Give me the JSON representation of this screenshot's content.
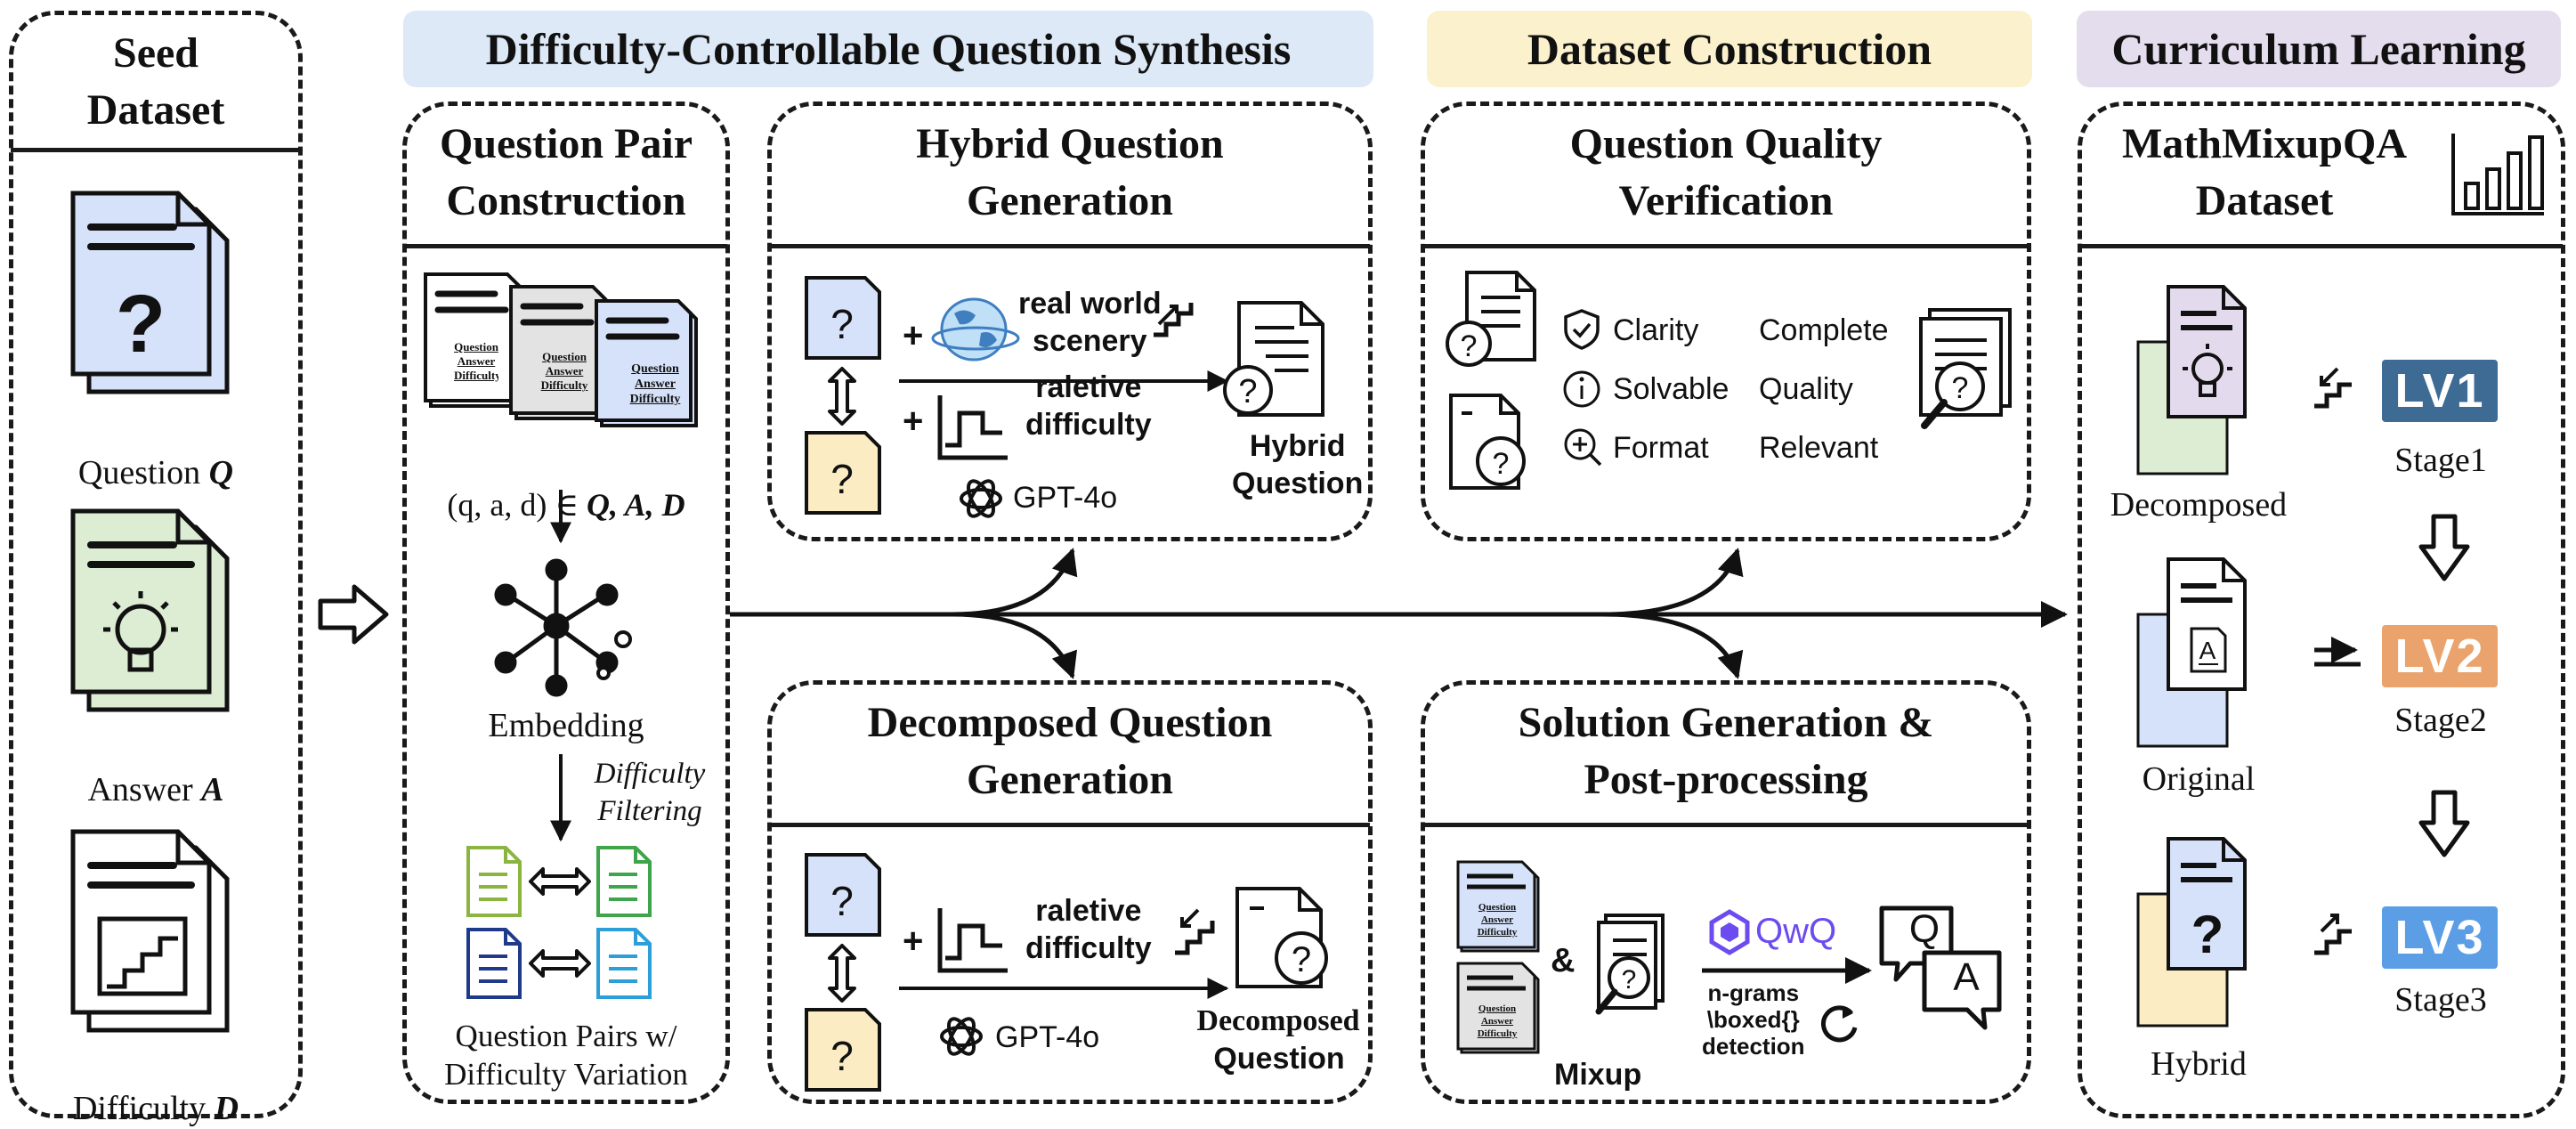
{
  "banners": {
    "synthesis": "Difficulty-Controllable Question Synthesis",
    "dataset": "Dataset Construction",
    "curriculum": "Curriculum Learning"
  },
  "seed": {
    "title": "Seed\nDataset",
    "question_label": "Question",
    "question_sym": "Q",
    "answer_label": "Answer",
    "answer_sym": "A",
    "difficulty_label": "Difficulty",
    "difficulty_sym": "D"
  },
  "pair": {
    "title": "Question Pair\nConstruction",
    "doc_text": "Question\nAnswer\nDifficulty",
    "tuple_text": "(q, a, d) ∈ ",
    "tuple_sets": "Q, A, D",
    "embedding": "Embedding",
    "filtering": "Difficulty\nFiltering",
    "pairs_caption": "Question Pairs w/\nDifficulty Variation"
  },
  "hybrid": {
    "title": "Hybrid Question\nGeneration",
    "plus_a": "+",
    "plus_b": "+",
    "scenery": "real world\nscenery",
    "difficulty": "raletive\ndifficulty",
    "model": "GPT-4o",
    "output": "Hybrid\nQuestion"
  },
  "decomposed": {
    "title": "Decomposed Question\nGeneration",
    "plus": "+",
    "difficulty": "raletive\ndifficulty",
    "model": "GPT-4o",
    "output_a": "Decomposed",
    "output_b": "Question"
  },
  "verify": {
    "title": "Question Quality\nVerification",
    "clarity": "Clarity",
    "solvable": "Solvable",
    "format": "Format",
    "complete": "Complete",
    "quality": "Quality",
    "relevant": "Relevant"
  },
  "solution": {
    "title": "Solution Generation &\nPost-processing",
    "doc_text": "Question\nAnswer\nDifficulty",
    "amp": "&",
    "mixup": "Mixup",
    "model": "QwQ",
    "post": "n-grams\n\\boxed{}\ndetection",
    "q": "Q",
    "a": "A"
  },
  "mixup_dataset": {
    "title": "MathMixupQA\nDataset",
    "decomposed": "Decomposed",
    "original": "Original",
    "hybrid": "Hybrid",
    "lv1": "LV1",
    "lv2": "LV2",
    "lv3": "LV3",
    "stage1": "Stage1",
    "stage2": "Stage2",
    "stage3": "Stage3"
  },
  "colors": {
    "banner_blue": "#dde9f7",
    "banner_yellow": "#fbf1cc",
    "banner_purple": "#e4ddee",
    "doc_blue": "#d6e2fa",
    "doc_green": "#dcedd4",
    "doc_yellow": "#fbecc4",
    "doc_purple": "#e3dbed",
    "lv1": "#3d6b94",
    "lv2": "#eaa36c",
    "lv3": "#5b9ee6",
    "qwq": "#6c4bf0"
  }
}
